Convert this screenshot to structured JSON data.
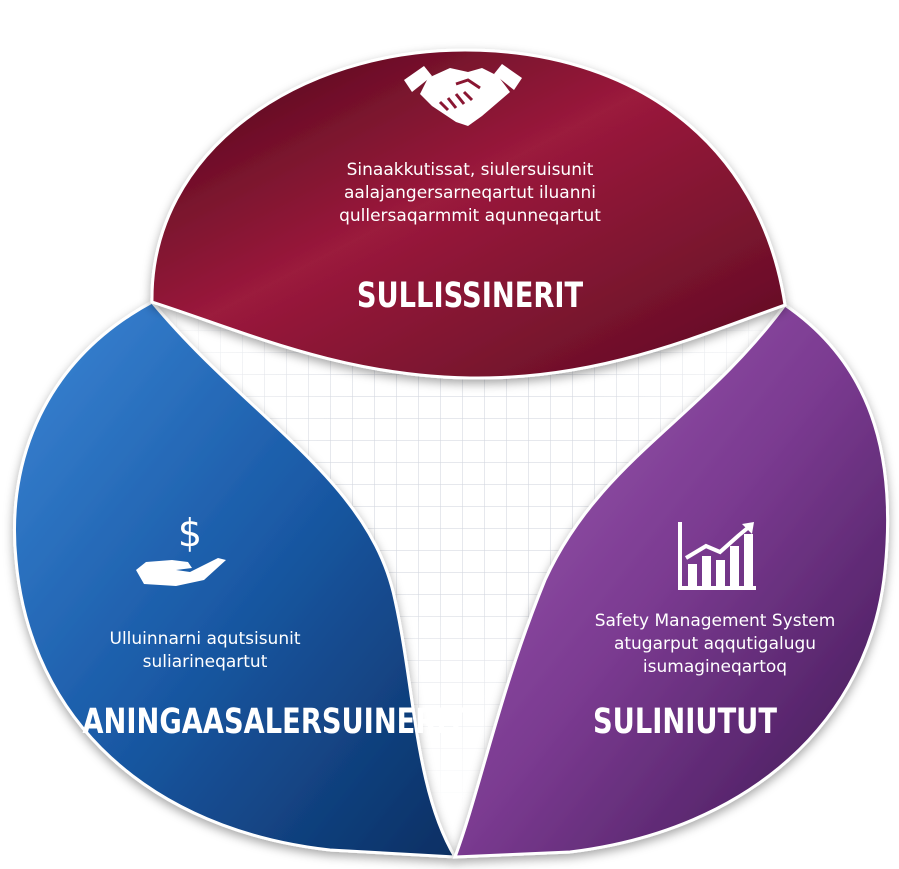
{
  "petals": {
    "top": {
      "description": "Sinaakkutissat, siulersuisunit aalajangersarneqartut iluanni qullersaqarmmit aqunneqartut",
      "title": "SULLISSINERIT",
      "icon": "handshake-icon",
      "color": "#8a1632"
    },
    "left": {
      "description": "Ulluinnarni aqutsisunit suliarineqartut",
      "title": "ANINGAASALERSUINERIT",
      "icon": "hand-dollar-icon",
      "color": "#1f5aa3"
    },
    "right": {
      "description": "Safety Management System atugarput aqqutigalugu isumagineqartoq",
      "title": "SULINIUTUT",
      "icon": "growth-chart-icon",
      "color": "#7b3a8e"
    }
  },
  "icons": {
    "dollar_sign": "$"
  }
}
